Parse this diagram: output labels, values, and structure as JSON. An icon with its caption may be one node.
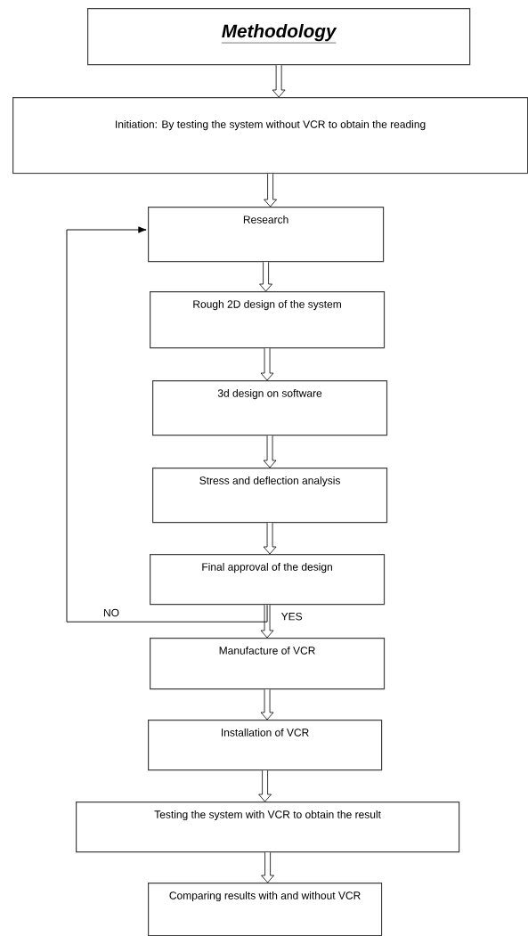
{
  "diagram": {
    "nodes": [
      {
        "text": [
          "Methodology"
        ]
      },
      {
        "text": [
          "Initiation: By testing the system without VCR to obtain the reading"
        ]
      },
      {
        "text": [
          "Research"
        ]
      },
      {
        "text": [
          "Rough 2D design of the system"
        ]
      },
      {
        "text": [
          "3d design on software"
        ]
      },
      {
        "text": [
          "Stress and deflection analysis"
        ]
      },
      {
        "text": [
          "Final approval of the design"
        ]
      },
      {
        "text": [
          "Manufacture of VCR"
        ]
      },
      {
        "text": [
          "Installation of VCR"
        ]
      },
      {
        "text": [
          "Testing the system with VCR to obtain the result"
        ]
      },
      {
        "text": [
          "Comparing results with and without VCR"
        ]
      }
    ],
    "edges": [
      {
        "from": 0,
        "to": 1,
        "arrow": "to"
      },
      {
        "from": 1,
        "to": 2,
        "arrow": "to"
      },
      {
        "from": 2,
        "to": 3,
        "arrow": "to"
      },
      {
        "from": 3,
        "to": 4,
        "arrow": "to"
      },
      {
        "from": 4,
        "to": 5,
        "arrow": "to"
      },
      {
        "from": 5,
        "to": 6,
        "arrow": "to"
      },
      {
        "from": 6,
        "to": 7,
        "arrow": "to",
        "label": "YES"
      },
      {
        "from": 6,
        "to": 2,
        "arrow": "to",
        "label": "NO"
      },
      {
        "from": 7,
        "to": 8,
        "arrow": "to"
      },
      {
        "from": 8,
        "to": 9,
        "arrow": "to"
      },
      {
        "from": 9,
        "to": 10,
        "arrow": "to"
      }
    ]
  }
}
